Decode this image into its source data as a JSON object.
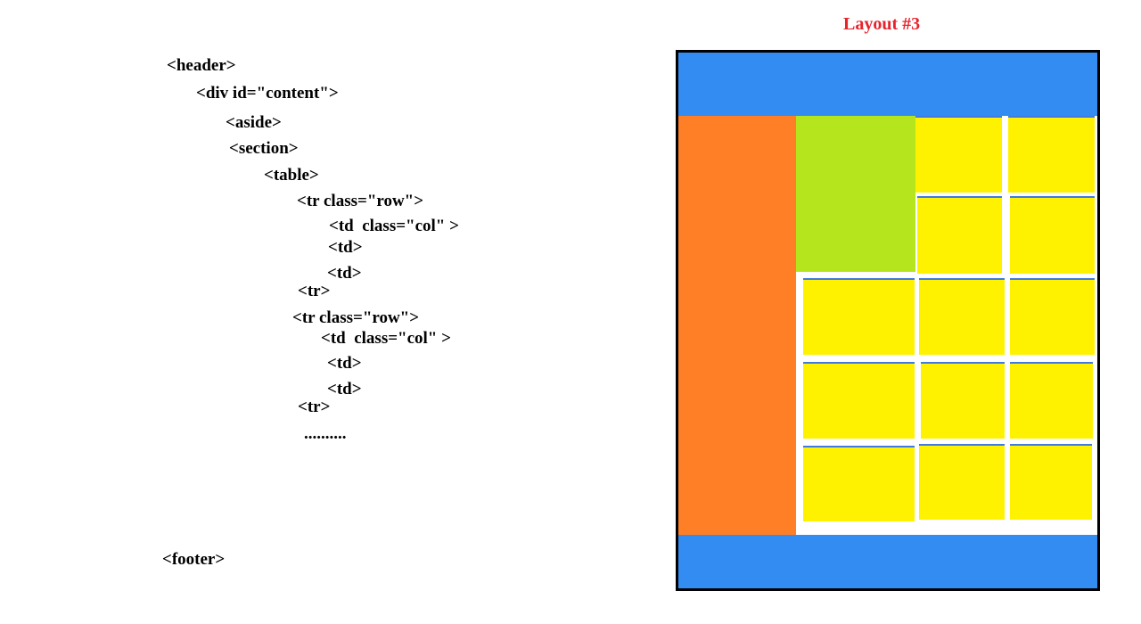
{
  "title": "Layout #3",
  "code_lines": [
    "<header>",
    "<div id=\"content\">",
    "<aside>",
    "<section>",
    "<table>",
    "<tr class=\"row\">",
    "<td  class=\"col\" >",
    "<td>",
    "<td>",
    "<tr>",
    "<tr class=\"row\">",
    "<td  class=\"col\" >",
    "<td>",
    "<td>",
    "<tr>",
    "..........",
    "<footer>"
  ],
  "colors": {
    "header": "#338cf2",
    "footer": "#338cf2",
    "aside": "#ff7f27",
    "section": "#b5e61d",
    "cell": "#fff200",
    "grid_line": "#3f7ae0",
    "title": "#e8222b"
  },
  "regions": {
    "header": "header",
    "aside": "aside",
    "section": "section",
    "footer": "footer"
  }
}
